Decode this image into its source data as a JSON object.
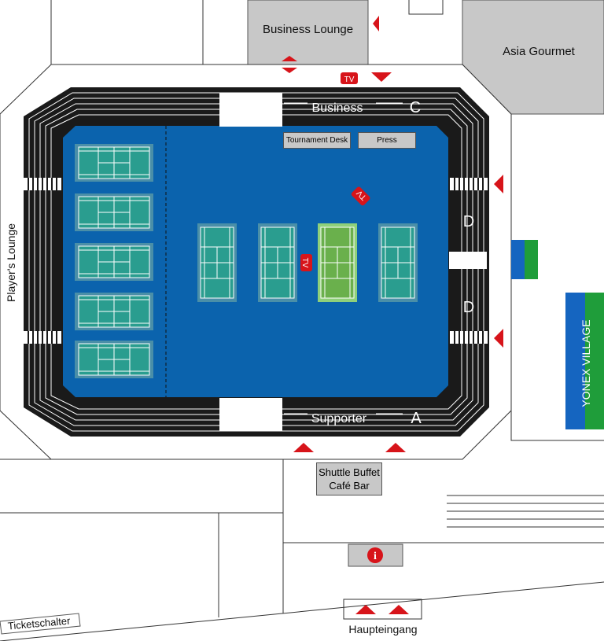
{
  "areas": {
    "business_lounge": "Business Lounge",
    "asia_gourmet": "Asia Gourmet",
    "players_lounge": "Player's Lounge",
    "yonex_village": "YONEX VILLAGE",
    "shuttle_buffet_line1": "Shuttle Buffet",
    "shuttle_buffet_line2": "Café Bar",
    "ticketschalter": "Ticketschalter",
    "haupteingang": "Haupteingang",
    "tournament_desk": "Tournament Desk",
    "press": "Press"
  },
  "stands": {
    "top_label": "Business",
    "top_block": "C",
    "bottom_label": "Supporter",
    "bottom_block": "A",
    "right_block_upper": "D",
    "right_block_lower": "D"
  },
  "markers": {
    "tv": "TV",
    "info": "i"
  },
  "colors": {
    "hall_floor": "#0b63ad",
    "court_teal": "#2a9d8f",
    "court_green": "#6ab04c",
    "stand_black": "#1a1a1a",
    "arrow_red": "#d7141a",
    "building_grey": "#c8c8c8",
    "yonex_blue": "#1565c0",
    "yonex_green": "#1f9d3a"
  }
}
